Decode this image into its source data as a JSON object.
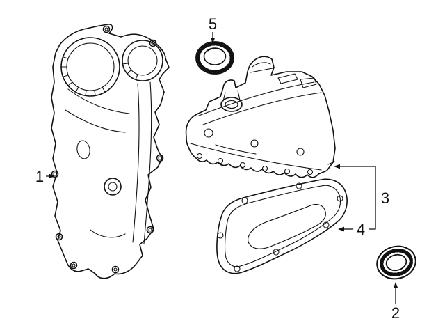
{
  "diagram": {
    "colors": {
      "background": "#ffffff",
      "line": "#111111"
    },
    "callouts": [
      {
        "number": "1"
      },
      {
        "number": "2"
      },
      {
        "number": "3"
      },
      {
        "number": "4"
      },
      {
        "number": "5"
      }
    ]
  }
}
